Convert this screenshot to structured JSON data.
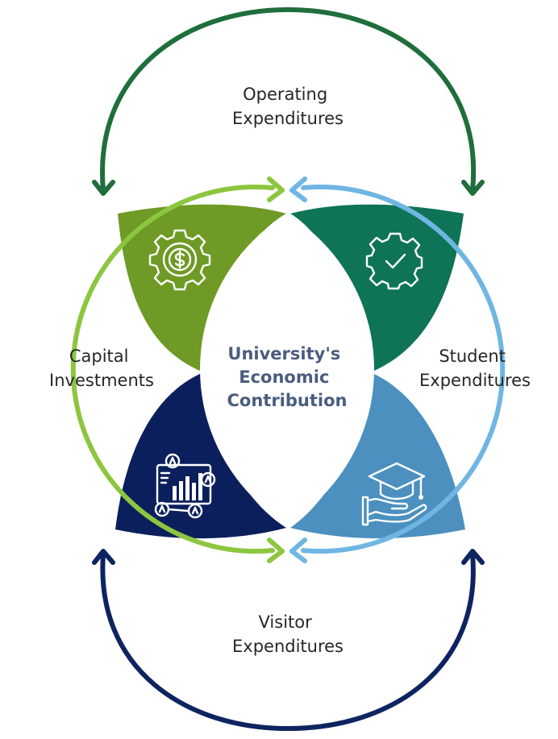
{
  "top_cycle": {
    "line1": "Operating",
    "line2": "Expenditures"
  },
  "bottom_cycle": {
    "line1": "Visitor",
    "line2": "Expenditures"
  },
  "left_circle": {
    "line1": "Capital",
    "line2": "Investments"
  },
  "right_circle": {
    "line1": "Student",
    "line2": "Expenditures"
  },
  "center": {
    "line1": "University's",
    "line2": "Economic",
    "line3": "Contribution"
  },
  "icons": {
    "top_left": "gear-dollar-icon",
    "top_right": "gear-check-icon",
    "bottom_left": "analytics-dashboard-icon",
    "bottom_right": "graduation-cap-hand-icon"
  },
  "colors": {
    "dark_green": "#1f6e3c",
    "light_green": "#8cc63f",
    "light_blue": "#6fb6e3",
    "navy": "#0e2461",
    "petal_green": "#6e9a25",
    "petal_teal": "#0f7457",
    "petal_navy": "#0b1f5c",
    "petal_blue": "#4b90bf",
    "center_text": "#4a5d7e"
  }
}
